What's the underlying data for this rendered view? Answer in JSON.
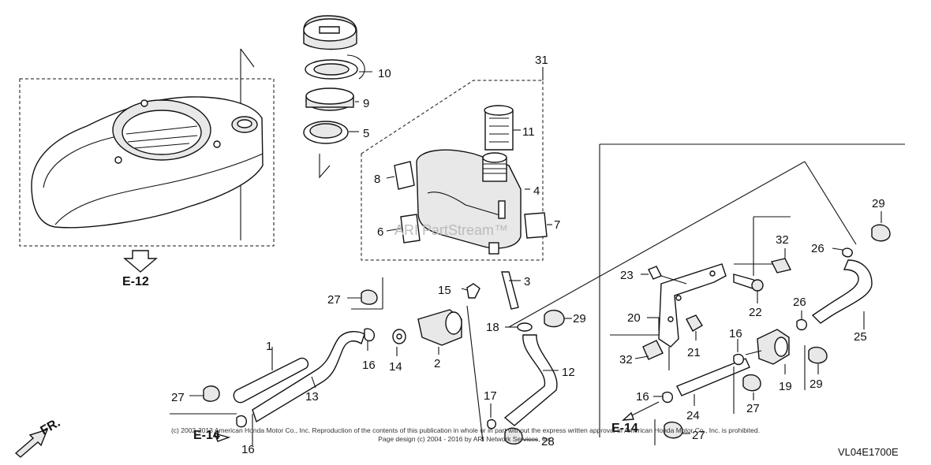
{
  "callouts": [
    {
      "id": "c1",
      "text": "1"
    },
    {
      "id": "c2",
      "text": "2"
    },
    {
      "id": "c3",
      "text": "3"
    },
    {
      "id": "c4",
      "text": "4"
    },
    {
      "id": "c5",
      "text": "5"
    },
    {
      "id": "c6",
      "text": "6"
    },
    {
      "id": "c7",
      "text": "7"
    },
    {
      "id": "c8",
      "text": "8"
    },
    {
      "id": "c9",
      "text": "9"
    },
    {
      "id": "c10",
      "text": "10"
    },
    {
      "id": "c11",
      "text": "11"
    },
    {
      "id": "c12",
      "text": "12"
    },
    {
      "id": "c13",
      "text": "13"
    },
    {
      "id": "c14",
      "text": "14"
    },
    {
      "id": "c15",
      "text": "15"
    },
    {
      "id": "c16a",
      "text": "16"
    },
    {
      "id": "c16b",
      "text": "16"
    },
    {
      "id": "c16c",
      "text": "16"
    },
    {
      "id": "c16d",
      "text": "16"
    },
    {
      "id": "c17",
      "text": "17"
    },
    {
      "id": "c18",
      "text": "18"
    },
    {
      "id": "c19",
      "text": "19"
    },
    {
      "id": "c20",
      "text": "20"
    },
    {
      "id": "c21",
      "text": "21"
    },
    {
      "id": "c22",
      "text": "22"
    },
    {
      "id": "c23",
      "text": "23"
    },
    {
      "id": "c24",
      "text": "24"
    },
    {
      "id": "c25",
      "text": "25"
    },
    {
      "id": "c26a",
      "text": "26"
    },
    {
      "id": "c26b",
      "text": "26"
    },
    {
      "id": "c27a",
      "text": "27"
    },
    {
      "id": "c27b",
      "text": "27"
    },
    {
      "id": "c27c",
      "text": "27"
    },
    {
      "id": "c27d",
      "text": "27"
    },
    {
      "id": "c28",
      "text": "28"
    },
    {
      "id": "c29a",
      "text": "29"
    },
    {
      "id": "c29b",
      "text": "29"
    },
    {
      "id": "c29c",
      "text": "29"
    },
    {
      "id": "c31",
      "text": "31"
    },
    {
      "id": "c32a",
      "text": "32"
    },
    {
      "id": "c32b",
      "text": "32"
    }
  ],
  "refs": {
    "e12": "E-12",
    "e14_left": "E-14",
    "e14_right": "E-14",
    "front": "FR."
  },
  "diagram_code": "VL04E1700E",
  "watermark": "ARI PartStream™",
  "copyright": {
    "line1": "(c) 2002-2013 American Honda Motor Co., Inc. Reproduction of the contents of this publication in whole or in part without the express written approval of American Honda Motor Co., Inc. is prohibited.",
    "line2": "Page design (c) 2004 - 2016 by ARI Network Services, Inc."
  }
}
